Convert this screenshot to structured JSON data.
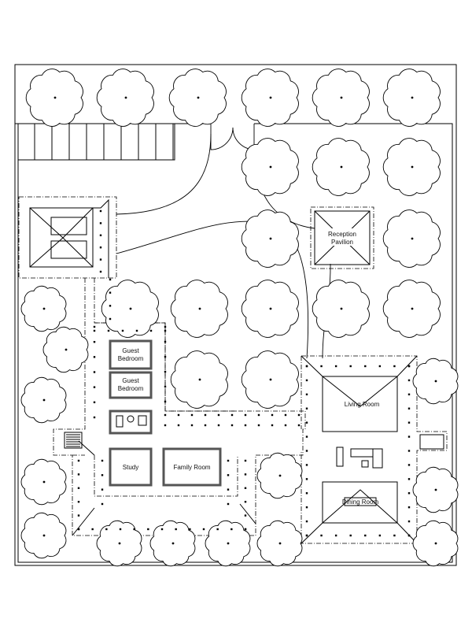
{
  "rooms": {
    "guest_bedroom_1": "Guest\nBedroom",
    "guest_bedroom_2": "Guest\nBedroom",
    "study": "Study",
    "family_room": "Family Room",
    "living_room": "Living Room",
    "dining_room": "Dining Room",
    "reception_pavilion": "Reception\nPavilion"
  },
  "colors": {
    "line": "#000000",
    "wall_fill": "#555555",
    "background": "#ffffff"
  },
  "icons": [
    "tree-symbol",
    "stair-symbol",
    "column-dot",
    "dining-table-symbol",
    "bathroom-fixtures"
  ]
}
